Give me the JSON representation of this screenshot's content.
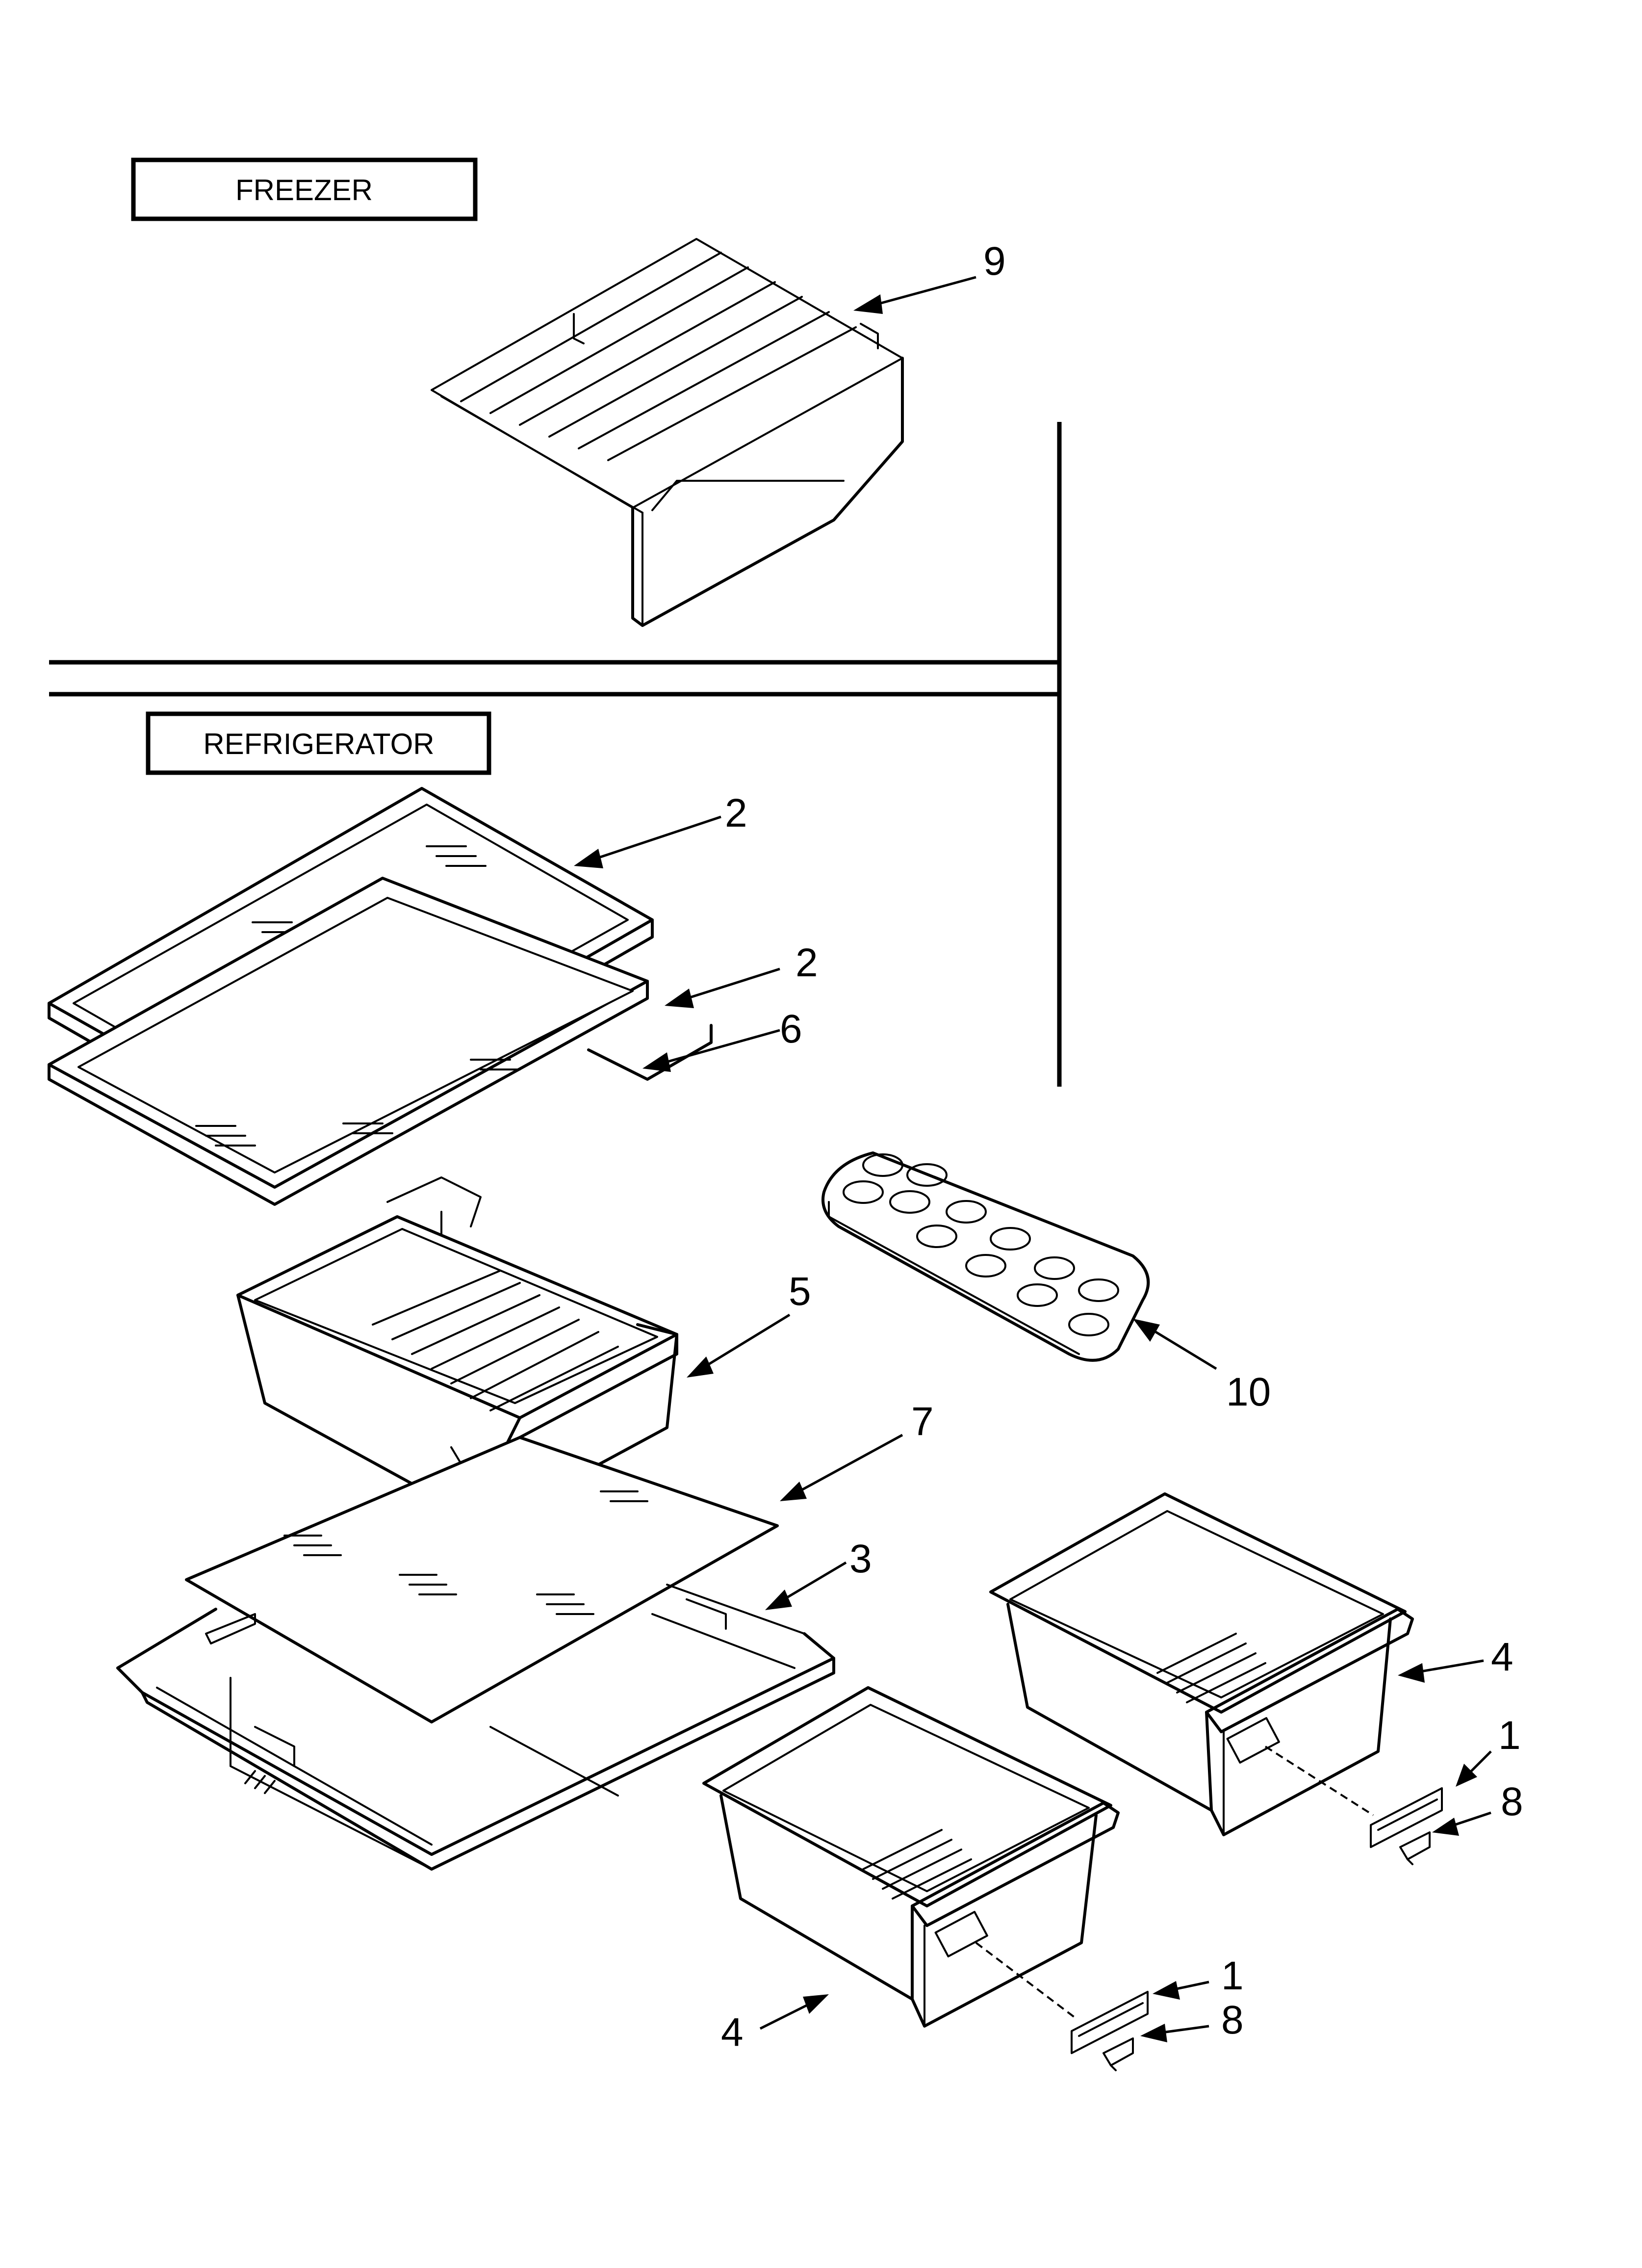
{
  "sections": {
    "freezer": "FREEZER",
    "refrigerator": "REFRIGERATOR"
  },
  "callouts": {
    "wire_shelf": "9",
    "shelf_upper": "2",
    "shelf_middle": "2",
    "shelf_frame": "6",
    "meat_drawer": "5",
    "crisper_cover_glass": "7",
    "crisper_cover_frame": "3",
    "egg_tray": "10",
    "crisper_right": "4",
    "crisper_left": "4",
    "label_right": "1",
    "clip_right": "8",
    "label_left": "1",
    "clip_left": "8"
  }
}
